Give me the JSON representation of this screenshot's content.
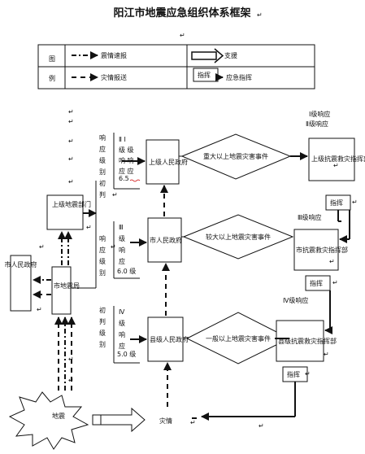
{
  "title": "阳江市地震应急组织体系框架",
  "legend": {
    "side_label_top": "图",
    "side_label_bottom": "例",
    "seismic_report": "震情速报",
    "disaster_report": "灾情报送",
    "support": "支援",
    "command_box": "指挥",
    "emergency_command": "应急指挥"
  },
  "nodes": {
    "city_government": "市人民政府",
    "upper_seismic_dept": "上级地震部门",
    "city_seismic_bureau": "市地震局",
    "upper_government": "上级人民政府",
    "city_people_government": "市人民政府",
    "county_government": "县级人民政府",
    "upper_hq": "上级抗震救灾指挥部",
    "city_hq": "市抗震救灾指挥部",
    "county_hq": "县级抗震救灾指挥部",
    "earthquake": "地震",
    "disaster_info": "灾情"
  },
  "events": {
    "major": "重大以上地震灾害事件",
    "larger": "较大以上地震灾害事件",
    "general": "一般以上地震灾害事件"
  },
  "criteria": {
    "level_1_2": [
      "Ⅱ Ⅰ",
      "级 级",
      "响 响",
      "应 应",
      "6.5"
    ],
    "level_3": [
      "Ⅲ",
      "级",
      "响",
      "应",
      "6.0 级"
    ],
    "level_4": [
      "Ⅳ",
      "级",
      "响",
      "应",
      "5.0 级"
    ],
    "judgment_chars": [
      "响",
      "应",
      "级",
      "别",
      "初",
      "判"
    ]
  },
  "response_labels": {
    "r12": [
      "Ⅰ级响应",
      "Ⅱ级响应"
    ],
    "r3": "Ⅲ级响应",
    "r4": "Ⅳ级响应"
  },
  "command_labels": [
    "指挥",
    "指挥",
    "指挥"
  ]
}
